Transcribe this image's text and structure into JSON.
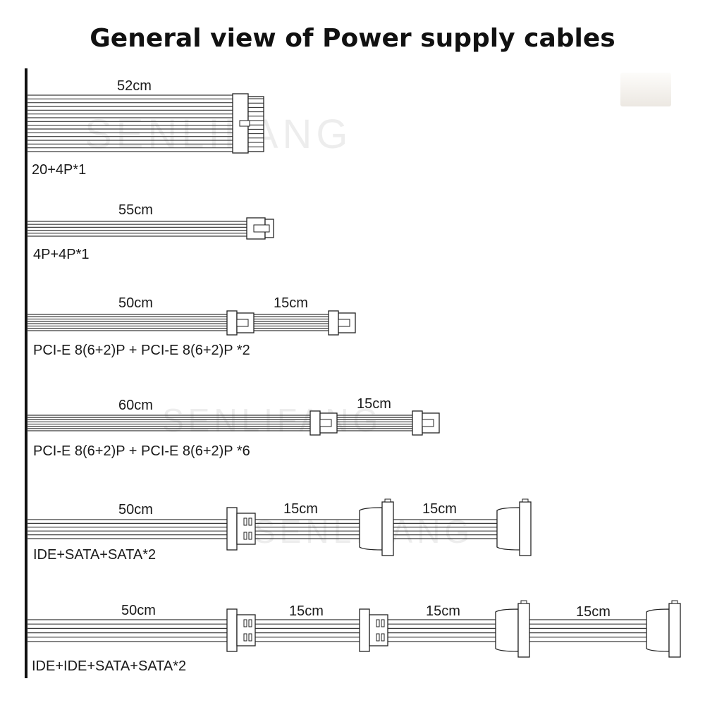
{
  "title": "General view of Power supply cables",
  "watermark": "SENLIFANG",
  "cables": [
    {
      "label": "20+4P*1",
      "segments": [
        "52cm"
      ]
    },
    {
      "label": "4P+4P*1",
      "segments": [
        "55cm"
      ]
    },
    {
      "label": "PCI-E 8(6+2)P + PCI-E 8(6+2)P *2",
      "segments": [
        "50cm",
        "15cm"
      ]
    },
    {
      "label": "PCI-E 8(6+2)P + PCI-E 8(6+2)P *6",
      "segments": [
        "60cm",
        "15cm"
      ]
    },
    {
      "label": "IDE+SATA+SATA*2",
      "segments": [
        "50cm",
        "15cm",
        "15cm"
      ]
    },
    {
      "label": "IDE+IDE+SATA+SATA*2",
      "segments": [
        "50cm",
        "15cm",
        "15cm",
        "15cm"
      ]
    }
  ]
}
